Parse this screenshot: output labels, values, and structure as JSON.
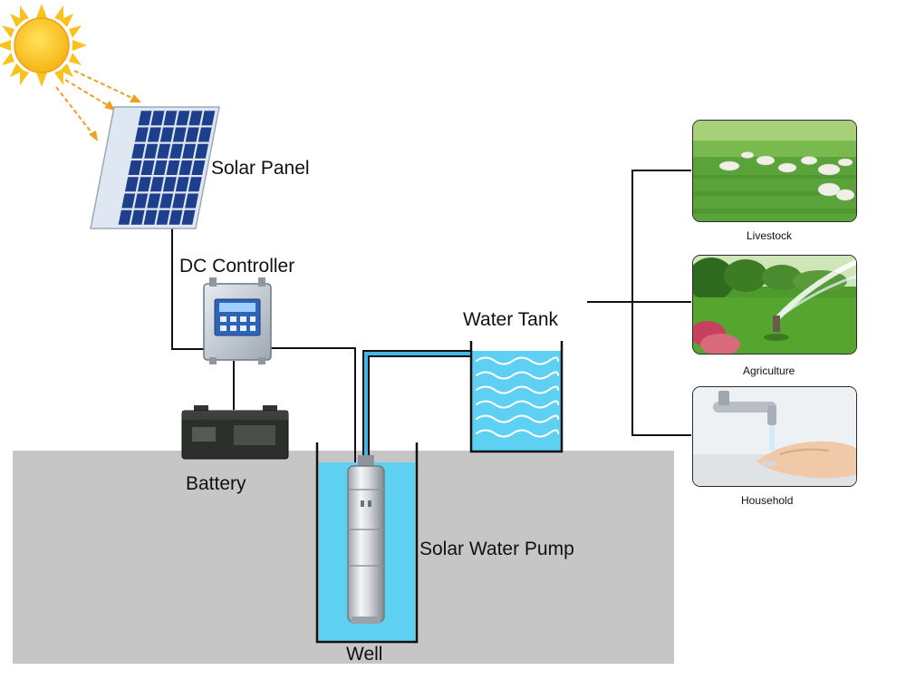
{
  "labels": {
    "solar_panel": "Solar Panel",
    "dc_controller": "DC Controller",
    "water_tank": "Water Tank",
    "battery": "Battery",
    "solar_water_pump": "Solar Water Pump",
    "well": "Well",
    "livestock": "Livestock",
    "agriculture": "Agriculture",
    "household": "Household"
  },
  "colors": {
    "ground": "#c6c6c6",
    "water": "#5ed0f2",
    "panel_cell": "#1e3f8c",
    "sun": "#f9c21c",
    "sun_ray": "#f0a020",
    "wire": "#111111",
    "pipe": "#45b6e3",
    "grass": "#4f9a2c"
  },
  "icons": [
    "sun-icon",
    "solar-panel-icon",
    "dc-controller-icon",
    "battery-icon",
    "pump-icon",
    "water-tank-icon",
    "well-icon"
  ]
}
